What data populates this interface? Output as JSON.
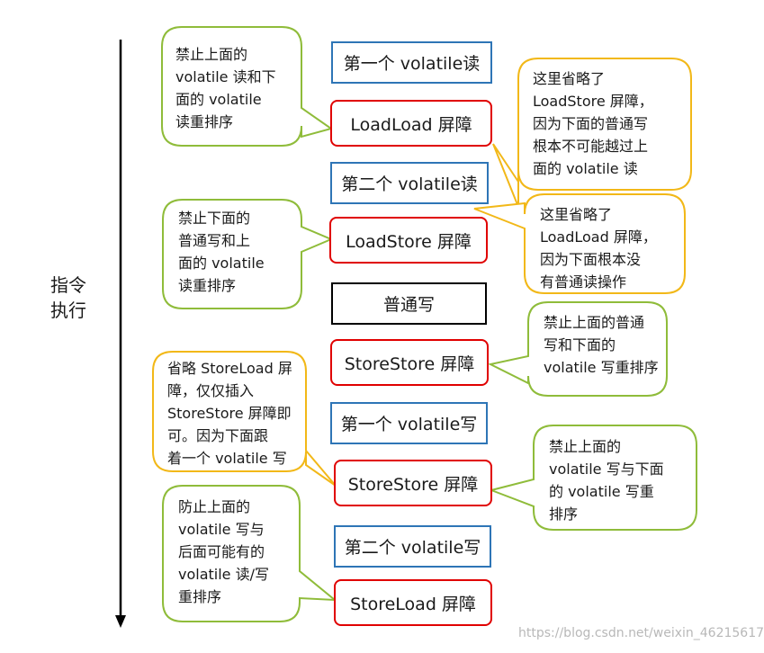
{
  "axis": {
    "label": "指令\n执行"
  },
  "instructions": [
    {
      "id": "volatile-read-1",
      "text": "第一个 volatile读",
      "style": "blue"
    },
    {
      "id": "loadload-1",
      "text": "LoadLoad 屏障",
      "style": "red"
    },
    {
      "id": "volatile-read-2",
      "text": "第二个 volatile读",
      "style": "blue"
    },
    {
      "id": "loadstore",
      "text": "LoadStore 屏障",
      "style": "red"
    },
    {
      "id": "normal-write",
      "text": "普通写",
      "style": "black"
    },
    {
      "id": "storestore-1",
      "text": "StoreStore 屏障",
      "style": "red"
    },
    {
      "id": "volatile-write-1",
      "text": "第一个 volatile写",
      "style": "blue"
    },
    {
      "id": "storestore-2",
      "text": "StoreStore 屏障",
      "style": "red"
    },
    {
      "id": "volatile-write-2",
      "text": "第二个 volatile写",
      "style": "blue"
    },
    {
      "id": "storeload",
      "text": "StoreLoad 屏障",
      "style": "red"
    }
  ],
  "notes": [
    {
      "id": "note-loadload",
      "color": "green",
      "text": "禁止上面的\nvolatile 读和下\n面的 volatile\n读重排序"
    },
    {
      "id": "note-omit-loadstore",
      "color": "yellow",
      "text": "这里省略了\nLoadStore 屏障，\n因为下面的普通写\n根本不可能越过上\n面的 volatile 读"
    },
    {
      "id": "note-omit-loadload",
      "color": "yellow",
      "text": "这里省略了\nLoadLoad 屏障，\n因为下面根本没\n有普通读操作"
    },
    {
      "id": "note-loadstore",
      "color": "green",
      "text": "禁止下面的\n普通写和上\n面的 volatile\n读重排序"
    },
    {
      "id": "note-storestore-1",
      "color": "green",
      "text": "禁止上面的普通\n写和下面的\nvolatile 写重排序"
    },
    {
      "id": "note-omit-storeload",
      "color": "yellow",
      "text": "省略 StoreLoad 屏\n障，仅仅插入\nStoreStore 屏障即\n可。因为下面跟\n着一个 volatile 写"
    },
    {
      "id": "note-storestore-2",
      "color": "green",
      "text": "禁止上面的\nvolatile 写与下面\n的 volatile 写重\n排序"
    },
    {
      "id": "note-storeload",
      "color": "green",
      "text": "防止上面的\nvolatile 写与\n后面可能有的\nvolatile 读/写\n重排序"
    }
  ],
  "colors": {
    "green": "#8fbc3a",
    "yellow": "#f2b818",
    "red": "#e00000",
    "blue": "#2e75b6"
  },
  "watermark": "https://blog.csdn.net/weixin_46215617"
}
